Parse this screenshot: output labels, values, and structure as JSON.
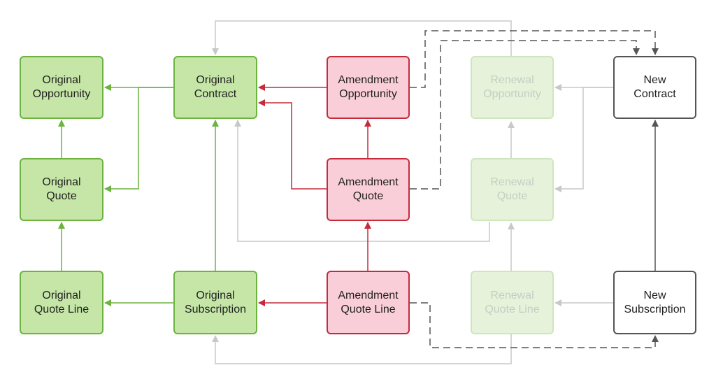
{
  "colors": {
    "green_fill": "#c5e6a7",
    "green_border": "#6db33f",
    "red_fill": "#f9ced9",
    "red_border": "#c62b3b",
    "faded_fill": "#e6f3da",
    "faded_border": "#cfe5bd",
    "dark_border": "#555555",
    "grey_line": "#c8c8c8"
  },
  "nodes": {
    "original_opportunity": "Original\nOpportunity",
    "original_contract": "Original\nContract",
    "amendment_opportunity": "Amendment\nOpportunity",
    "renewal_opportunity": "Renewal\nOpportunity",
    "new_contract": "New\nContract",
    "original_quote": "Original\nQuote",
    "amendment_quote": "Amendment\nQuote",
    "renewal_quote": "Renewal\nQuote",
    "original_quote_line": "Original\nQuote Line",
    "original_subscription": "Original\nSubscription",
    "amendment_quote_line": "Amendment\nQuote Line",
    "renewal_quote_line": "Renewal\nQuote Line",
    "new_subscription": "New\nSubscription"
  }
}
